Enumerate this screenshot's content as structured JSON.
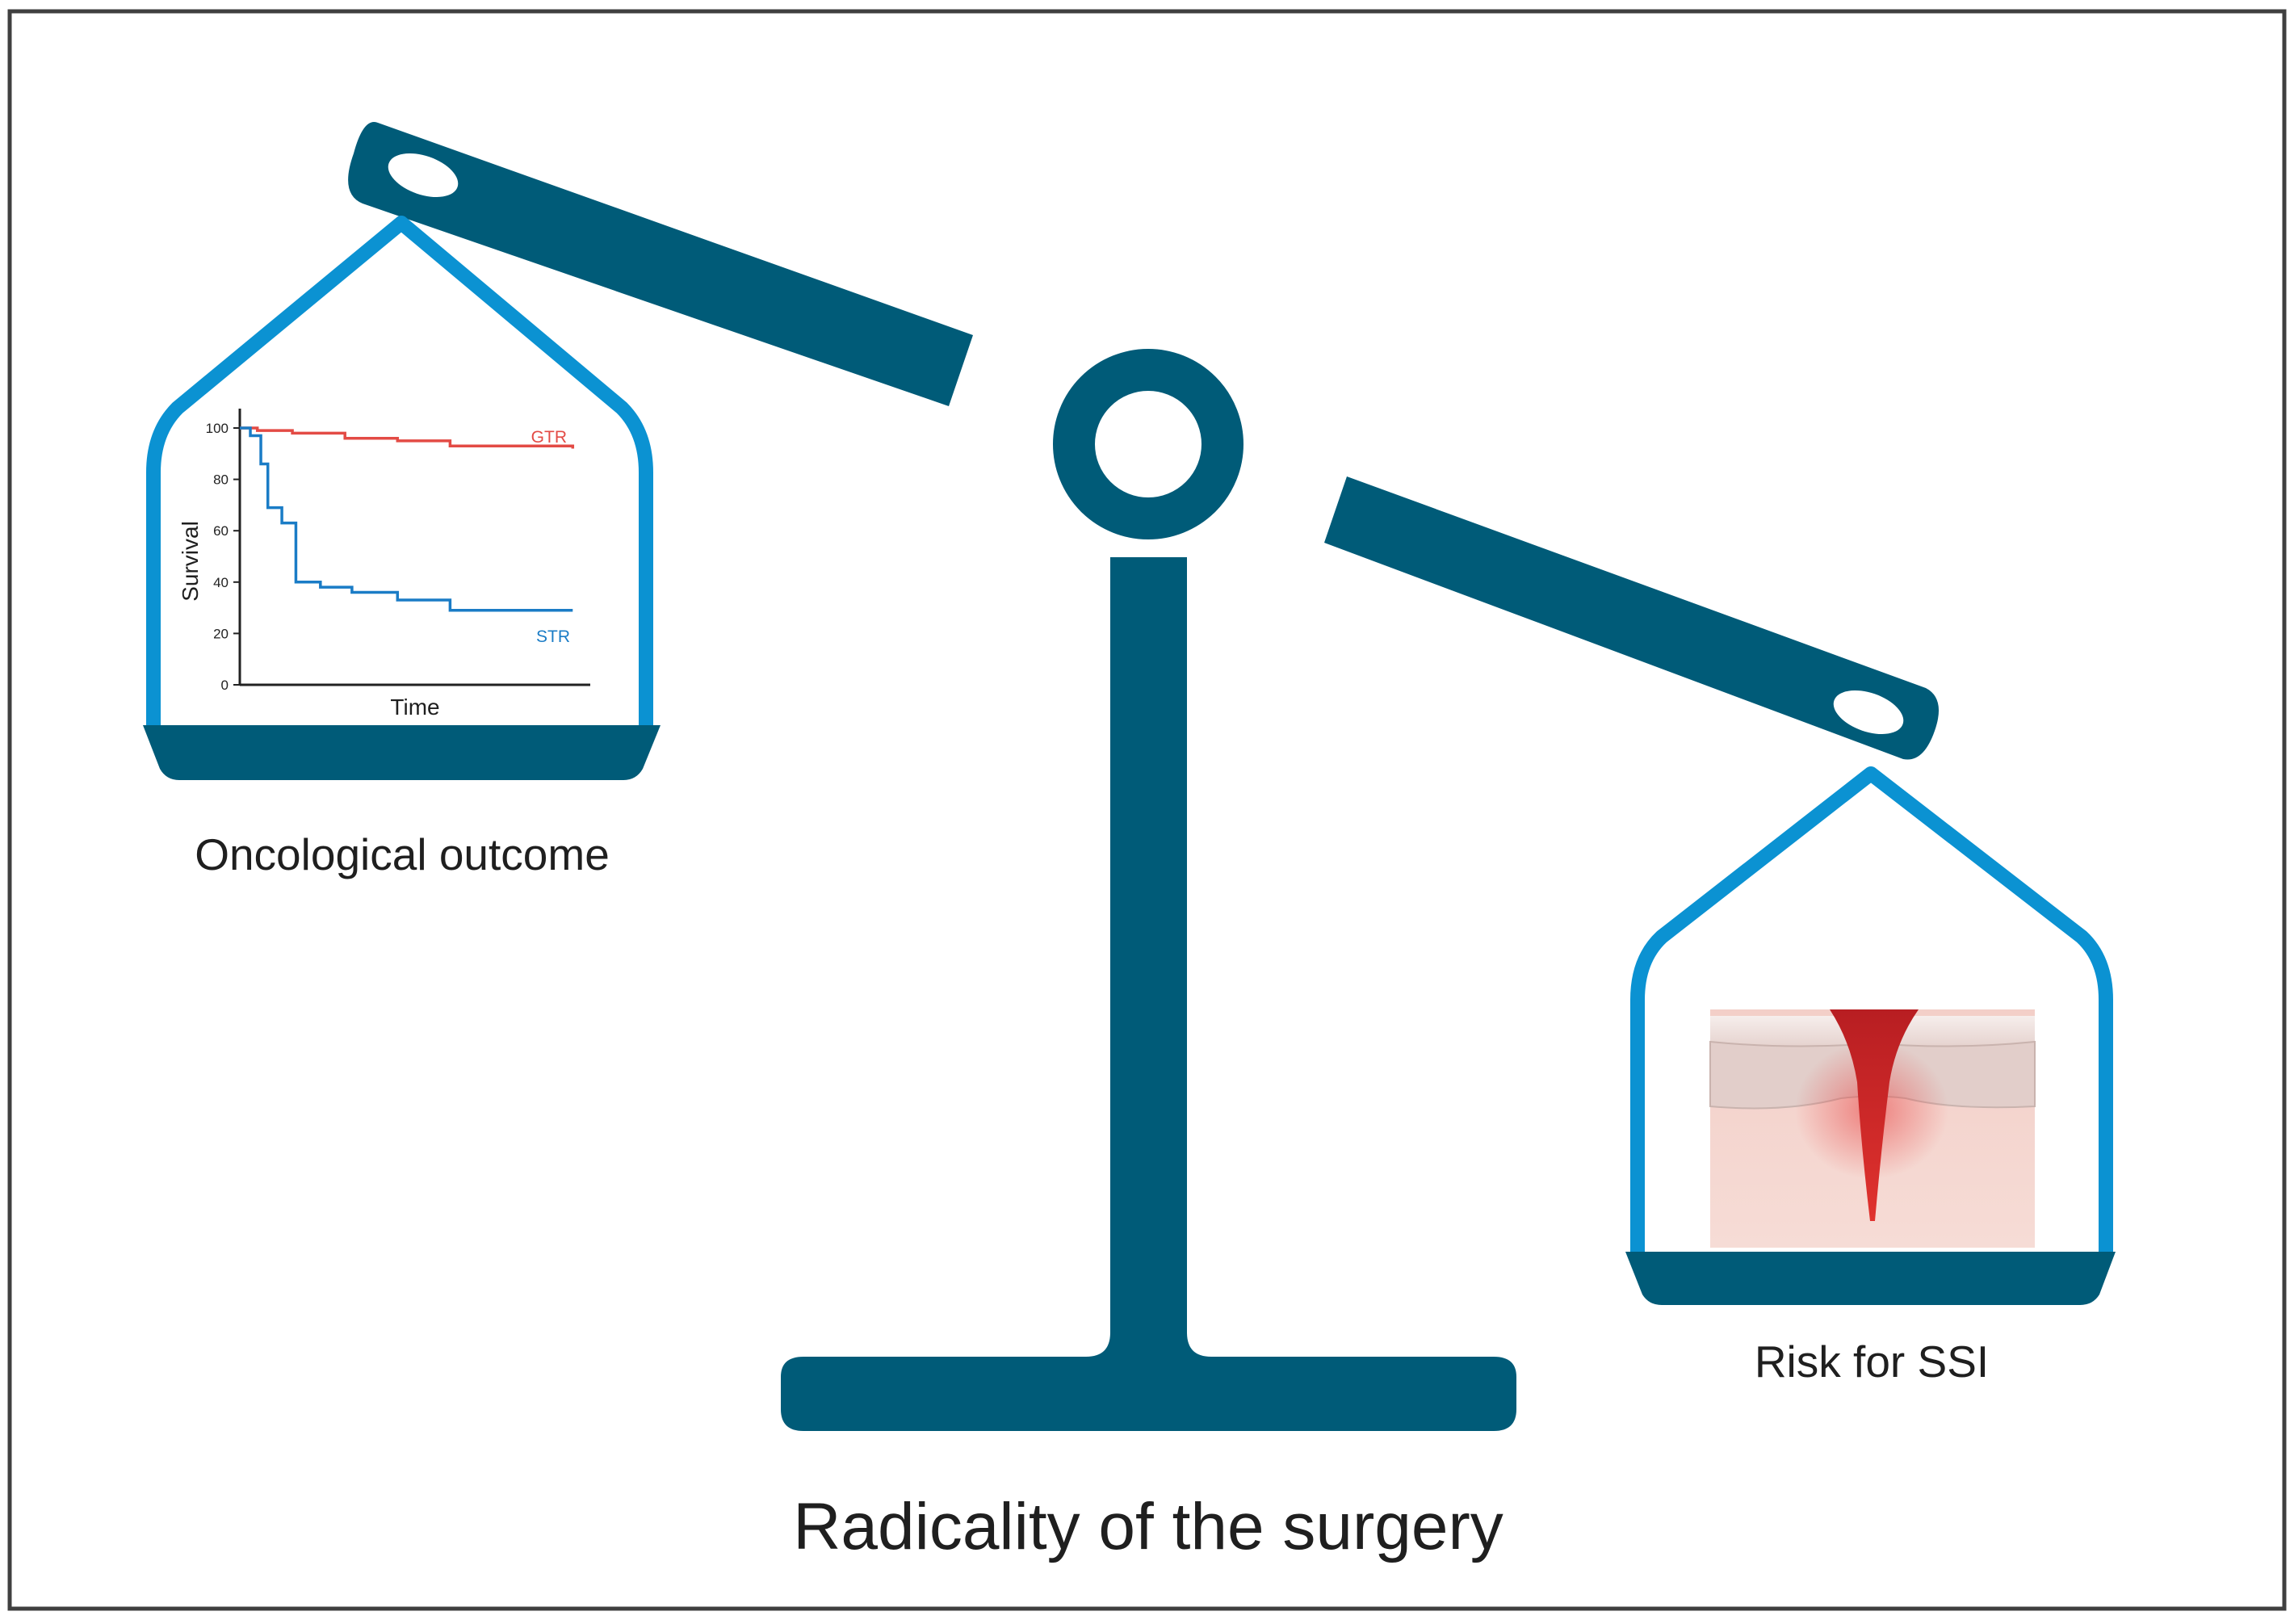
{
  "colors": {
    "scale": "#005B78",
    "pan_outline": "#0B92D2",
    "frame": "#404040",
    "gtr_line": "#E34B45",
    "str_line": "#1A7CC6",
    "wound": "#D52B2B",
    "skin": "#F4D2CC"
  },
  "labels": {
    "left_pan": "Oncological outcome",
    "right_pan": "Risk for SSI",
    "main": "Radicality of the surgery"
  },
  "icons": {
    "left_pan_content": "survival-chart",
    "right_pan_content": "skin-wound-icon"
  },
  "chart_data": {
    "type": "line",
    "xlabel": "Time",
    "ylabel": "Survival",
    "yticks": [
      "0",
      "20",
      "40",
      "60",
      "80",
      "100"
    ],
    "ylim": [
      0,
      100
    ],
    "xlim": [
      0,
      10
    ],
    "series": [
      {
        "name": "GTR",
        "x": [
          0,
          0.5,
          1.5,
          3,
          4.5,
          6,
          9.5
        ],
        "y": [
          100,
          99,
          98,
          96,
          95,
          93,
          92
        ]
      },
      {
        "name": "STR",
        "x": [
          0,
          0.3,
          0.6,
          0.8,
          1.2,
          1.6,
          2.3,
          3.2,
          4.5,
          6,
          9.5
        ],
        "y": [
          100,
          97,
          86,
          69,
          63,
          40,
          38,
          36,
          33,
          29,
          29
        ]
      }
    ]
  }
}
